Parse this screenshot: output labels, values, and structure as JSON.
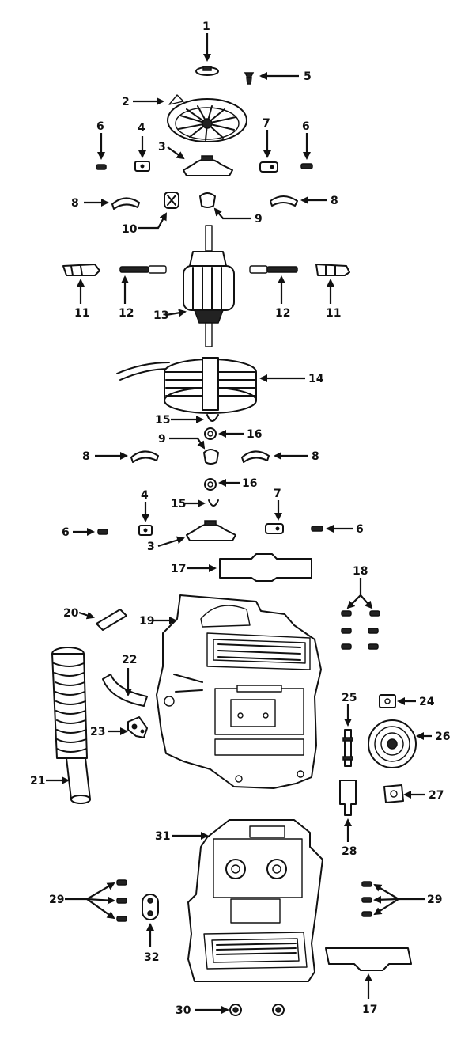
{
  "labels": {
    "p1": "1",
    "p2": "2",
    "p3a": "3",
    "p3b": "3",
    "p4a": "4",
    "p4b": "4",
    "p5": "5",
    "p6a": "6",
    "p6b": "6",
    "p6c": "6",
    "p6d": "6",
    "p7a": "7",
    "p7b": "7",
    "p8a": "8",
    "p8b": "8",
    "p8c": "8",
    "p8d": "8",
    "p9a": "9",
    "p9b": "9",
    "p10": "10",
    "p11a": "11",
    "p11b": "11",
    "p12a": "12",
    "p12b": "12",
    "p13": "13",
    "p14": "14",
    "p15a": "15",
    "p15b": "15",
    "p16a": "16",
    "p16b": "16",
    "p17a": "17",
    "p17b": "17",
    "p18": "18",
    "p19": "19",
    "p20": "20",
    "p21": "21",
    "p22": "22",
    "p23": "23",
    "p24": "24",
    "p25": "25",
    "p26": "26",
    "p27": "27",
    "p28": "28",
    "p29a": "29",
    "p29b": "29",
    "p30": "30",
    "p31": "31",
    "p32": "32"
  }
}
